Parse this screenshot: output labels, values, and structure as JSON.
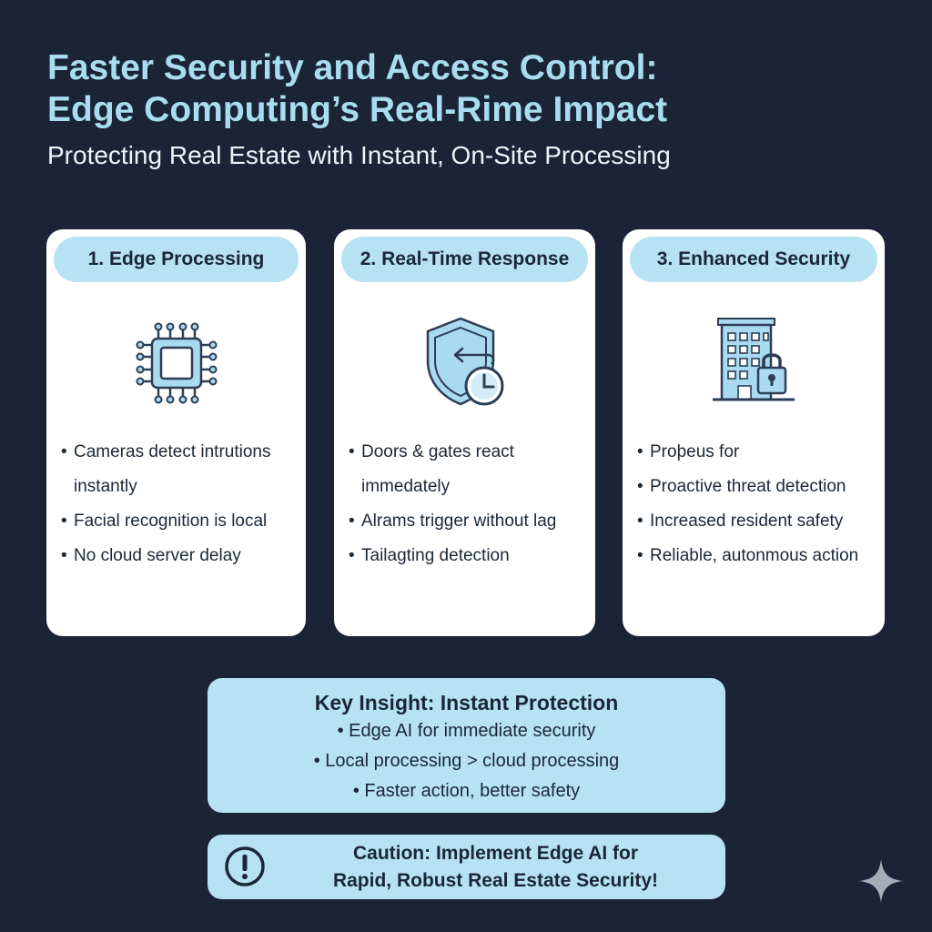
{
  "header": {
    "title_line1": "Faster Security and Access Control:",
    "title_line2": "Edge Computing’s Real-Rime Impact",
    "subtitle": "Protecting Real Estate with Instant, On-Site Processing"
  },
  "cards": [
    {
      "title": "1. Edge Processing",
      "icon": "cpu-chip-icon",
      "items": [
        "Cameras detect intrutions instantly",
        "Facial recognition is local",
        "No cloud server delay"
      ]
    },
    {
      "title": "2. Real-Time Response",
      "icon": "shield-clock-icon",
      "items": [
        "Doors & gates react immedately",
        "Alrams trigger without lag",
        "Tailagting detection"
      ]
    },
    {
      "title": "3. Enhanced Security",
      "icon": "building-lock-icon",
      "items": [
        "Proþeus for",
        "Proactive threat detection",
        "Increased resident safety",
        "Reliable, autonmous action"
      ]
    }
  ],
  "insight": {
    "title": "Key Insight: Instant Protection",
    "items": [
      "• Edge AI for immediate security",
      "• Local processing > cloud processing",
      "• Faster action, better safety"
    ]
  },
  "caution": {
    "icon": "exclamation-circle-icon",
    "line1": "Caution: Implement Edge AI for",
    "line2": "Rapid, Robust Real Estate Security!"
  },
  "watermark_icon": "sparkle-icon",
  "colors": {
    "background": "#1a2436",
    "accent_light": "#b6e2f3",
    "title": "#a8dcef",
    "icon_stroke": "#2c3d55",
    "icon_fill": "#a9daf0"
  }
}
